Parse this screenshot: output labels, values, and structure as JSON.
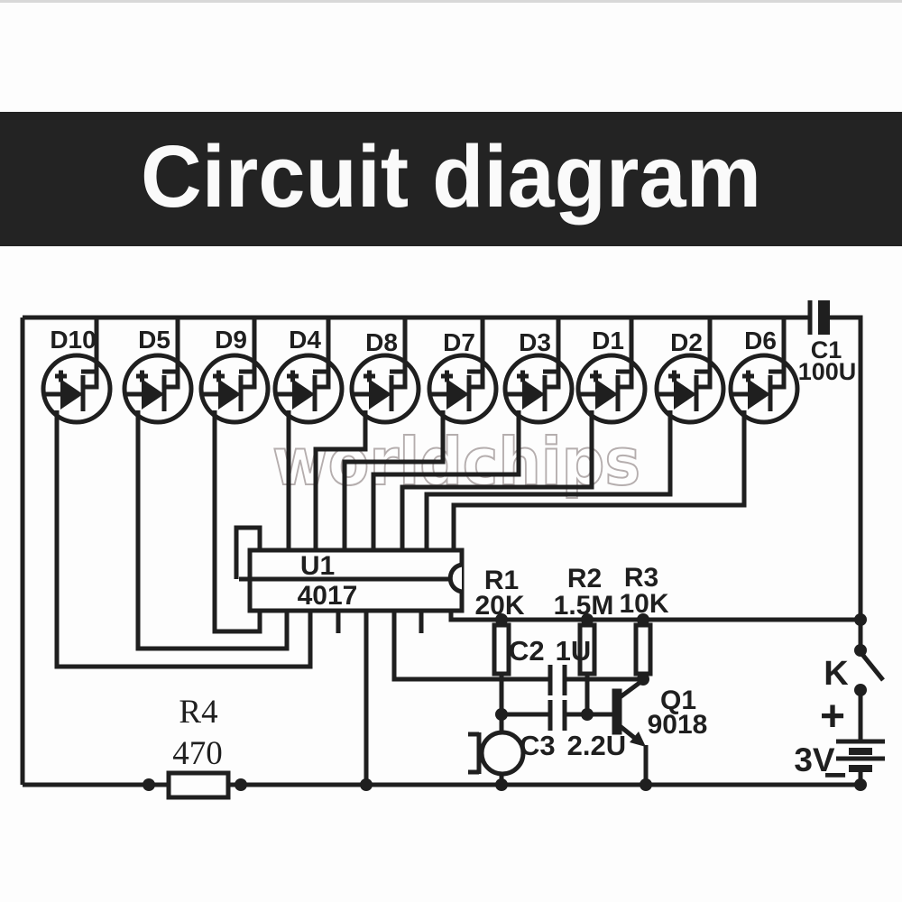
{
  "banner": {
    "title": "Circuit diagram",
    "bg": "#232323",
    "fg": "#fafafa"
  },
  "watermark": {
    "text": "worldchips"
  },
  "ink": "#1f1f1f",
  "leds": [
    {
      "id": "D10"
    },
    {
      "id": "D5"
    },
    {
      "id": "D9"
    },
    {
      "id": "D4"
    },
    {
      "id": "D8"
    },
    {
      "id": "D7"
    },
    {
      "id": "D3"
    },
    {
      "id": "D1"
    },
    {
      "id": "D2"
    },
    {
      "id": "D6"
    }
  ],
  "led_polarity": {
    "plus": "+",
    "minus": "-"
  },
  "ic": {
    "ref": "U1",
    "part": "4017"
  },
  "resistors": [
    {
      "ref": "R1",
      "value": "20K"
    },
    {
      "ref": "R2",
      "value": "1.5M"
    },
    {
      "ref": "R3",
      "value": "10K"
    },
    {
      "ref": "R4",
      "value": "470"
    }
  ],
  "capacitors": [
    {
      "ref": "C1",
      "value": "100U"
    },
    {
      "ref": "C2",
      "value": "1U"
    },
    {
      "ref": "C3",
      "value": "2.2U"
    }
  ],
  "transistor": {
    "ref": "Q1",
    "part": "9018"
  },
  "power_switch": {
    "label": "K"
  },
  "battery": {
    "voltage": "3V",
    "plus": "+",
    "minus": "−"
  }
}
